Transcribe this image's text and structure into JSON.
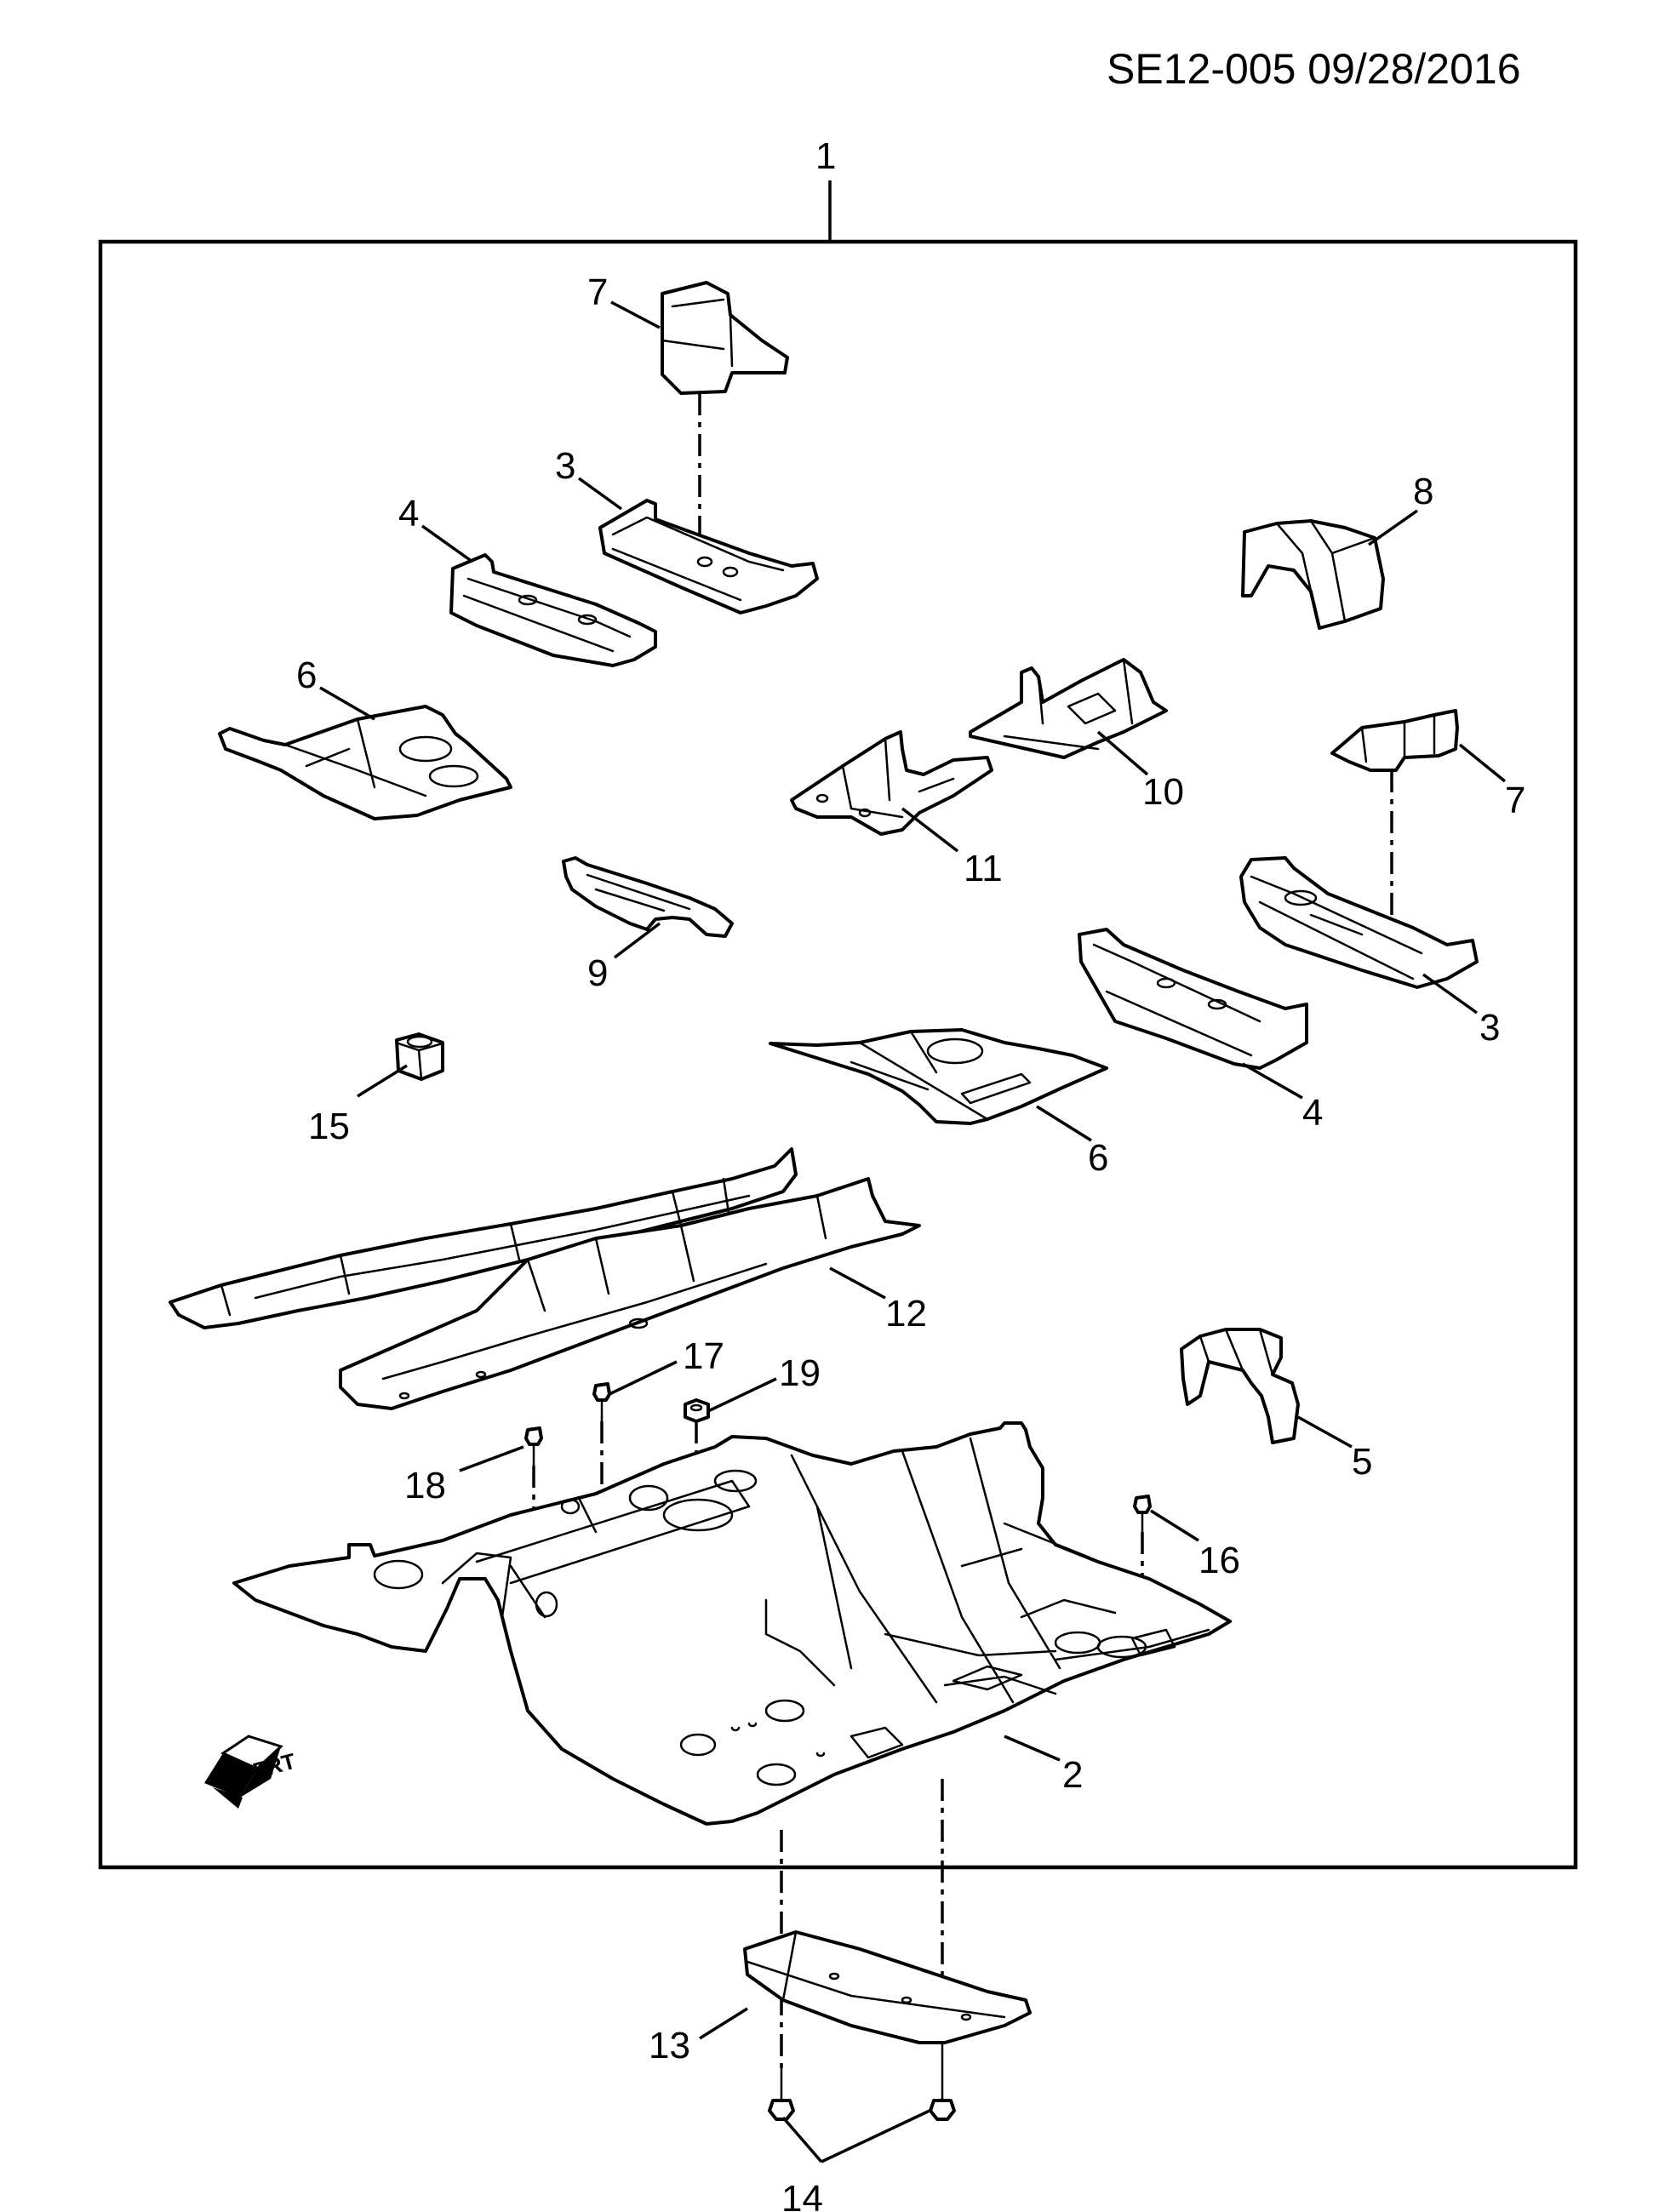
{
  "header": {
    "code": "SE12-005  09/28/2016"
  },
  "direction_badge": {
    "text": "FRT"
  },
  "callouts": {
    "c1": "1",
    "c2": "2",
    "c3a": "3",
    "c3b": "3",
    "c4a": "4",
    "c4b": "4",
    "c5": "5",
    "c6a": "6",
    "c6b": "6",
    "c7a": "7",
    "c7b": "7",
    "c8": "8",
    "c9": "9",
    "c10": "10",
    "c11": "11",
    "c12": "12",
    "c13": "13",
    "c14": "14",
    "c15": "15",
    "c16": "16",
    "c17": "17",
    "c18": "18",
    "c19": "19"
  }
}
